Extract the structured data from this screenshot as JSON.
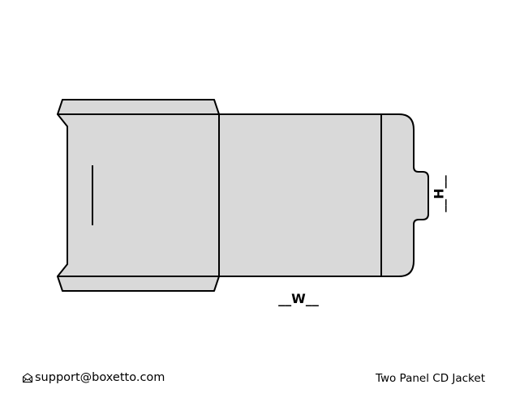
{
  "diagram": {
    "width_label": "__W__",
    "height_label": "__H__"
  },
  "footer": {
    "email": "support@boxetto.com",
    "product_name": "Two Panel CD Jacket",
    "email_icon": "envelope-icon"
  },
  "colors": {
    "panel_fill": "#d9d9d9",
    "stroke": "#000000"
  }
}
